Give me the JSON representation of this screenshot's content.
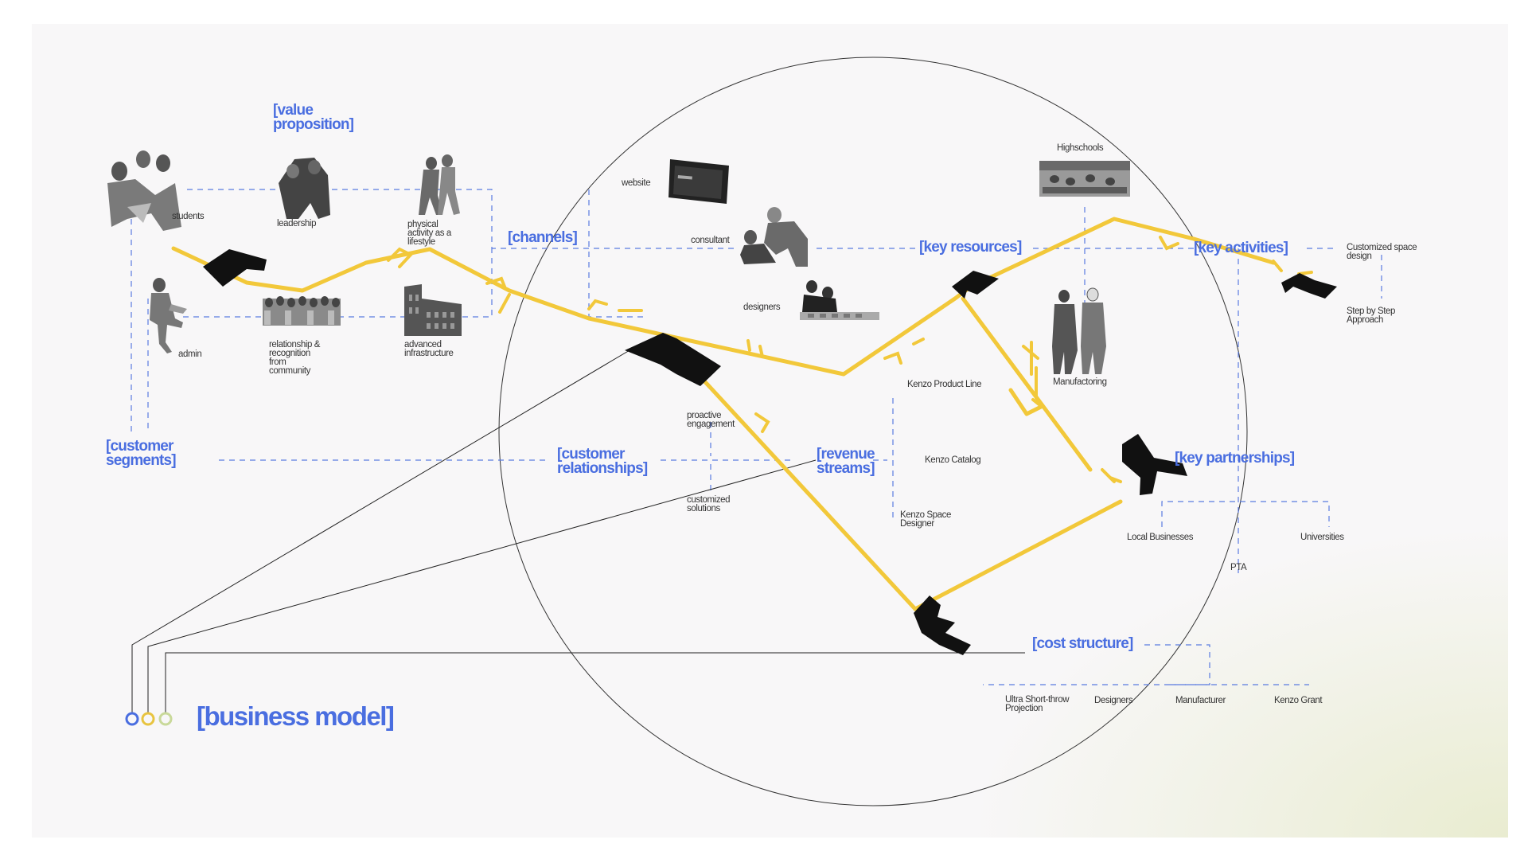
{
  "headers": {
    "value_proposition": "[value\nproposition]",
    "channels": "[channels]",
    "key_resources": "[key resources]",
    "key_activities": "[key activities]",
    "customer_segments": "[customer\nsegments]",
    "customer_relationships": "[customer\nrelationships]",
    "revenue_streams": "[revenue\nstreams]",
    "key_partnerships": "[key partnerships]",
    "cost_structure": "[cost structure]",
    "business_model": "[business model]"
  },
  "labels": {
    "students": "students",
    "leadership": "leadership",
    "physical_activity": "physical\nactivity as a\nlifestyle",
    "admin": "admin",
    "relationship": "relationship &\nrecognition\nfrom\ncommunity",
    "advanced_infrastructure": "advanced\ninfrastructure",
    "website": "website",
    "consultant": "consultant",
    "designers": "designers",
    "highschools": "Highschools",
    "manufactoring": "Manufactoring",
    "customized_space_design": "Customized space\ndesign",
    "step_by_step": "Step by Step\nApproach",
    "kenzo_product_line": "Kenzo Product Line",
    "kenzo_catalog": "Kenzo Catalog",
    "kenzo_space_designer": "Kenzo Space\nDesigner",
    "proactive_engagement": "proactive\nengagement",
    "customized_solutions": "customized\nsolutions",
    "local_businesses": "Local Businesses",
    "universities": "Universities",
    "pta": "PTA",
    "ultra_short_throw": "Ultra Short-throw\nProjection",
    "cost_designers": "Designers",
    "manufacturer": "Manufacturer",
    "kenzo_grant": "Kenzo Grant"
  },
  "icons": [
    "students-photo",
    "leadership-photo",
    "physical-activity-photo",
    "admin-photo",
    "community-photo",
    "infrastructure-photo",
    "website-screen-photo",
    "consultant-photo",
    "designers-photo",
    "highschools-photo",
    "manufactoring-photo"
  ],
  "colors": {
    "accent_blue": "#4a6ee0",
    "path_yellow": "#f2c83a",
    "building_black": "#111111",
    "dash_blue": "#5a7be0",
    "legend_circle_yellow": "#e8c440",
    "legend_circle_green": "#c9d99a"
  }
}
